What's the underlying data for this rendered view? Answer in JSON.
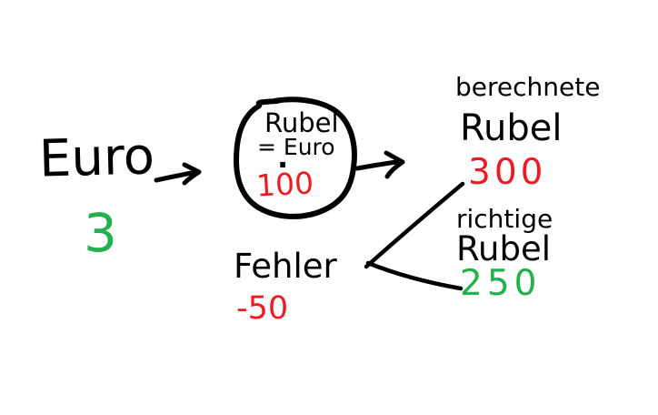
{
  "colors": {
    "ink": "#000000",
    "red": "#ed1c24",
    "green": "#22b14c",
    "background": "#ffffff"
  },
  "input": {
    "label": "Euro",
    "value": "3"
  },
  "formula": {
    "result_label": "Rubel",
    "equation": "= Euro",
    "operator": "·",
    "factor": "100"
  },
  "computed": {
    "label_line1": "berechnete",
    "label_line2": "Rubel",
    "value": "300"
  },
  "actual": {
    "label_line1": "richtige",
    "label_line2": "Rubel",
    "value": "250"
  },
  "error": {
    "label": "Fehler",
    "value": "-50"
  }
}
